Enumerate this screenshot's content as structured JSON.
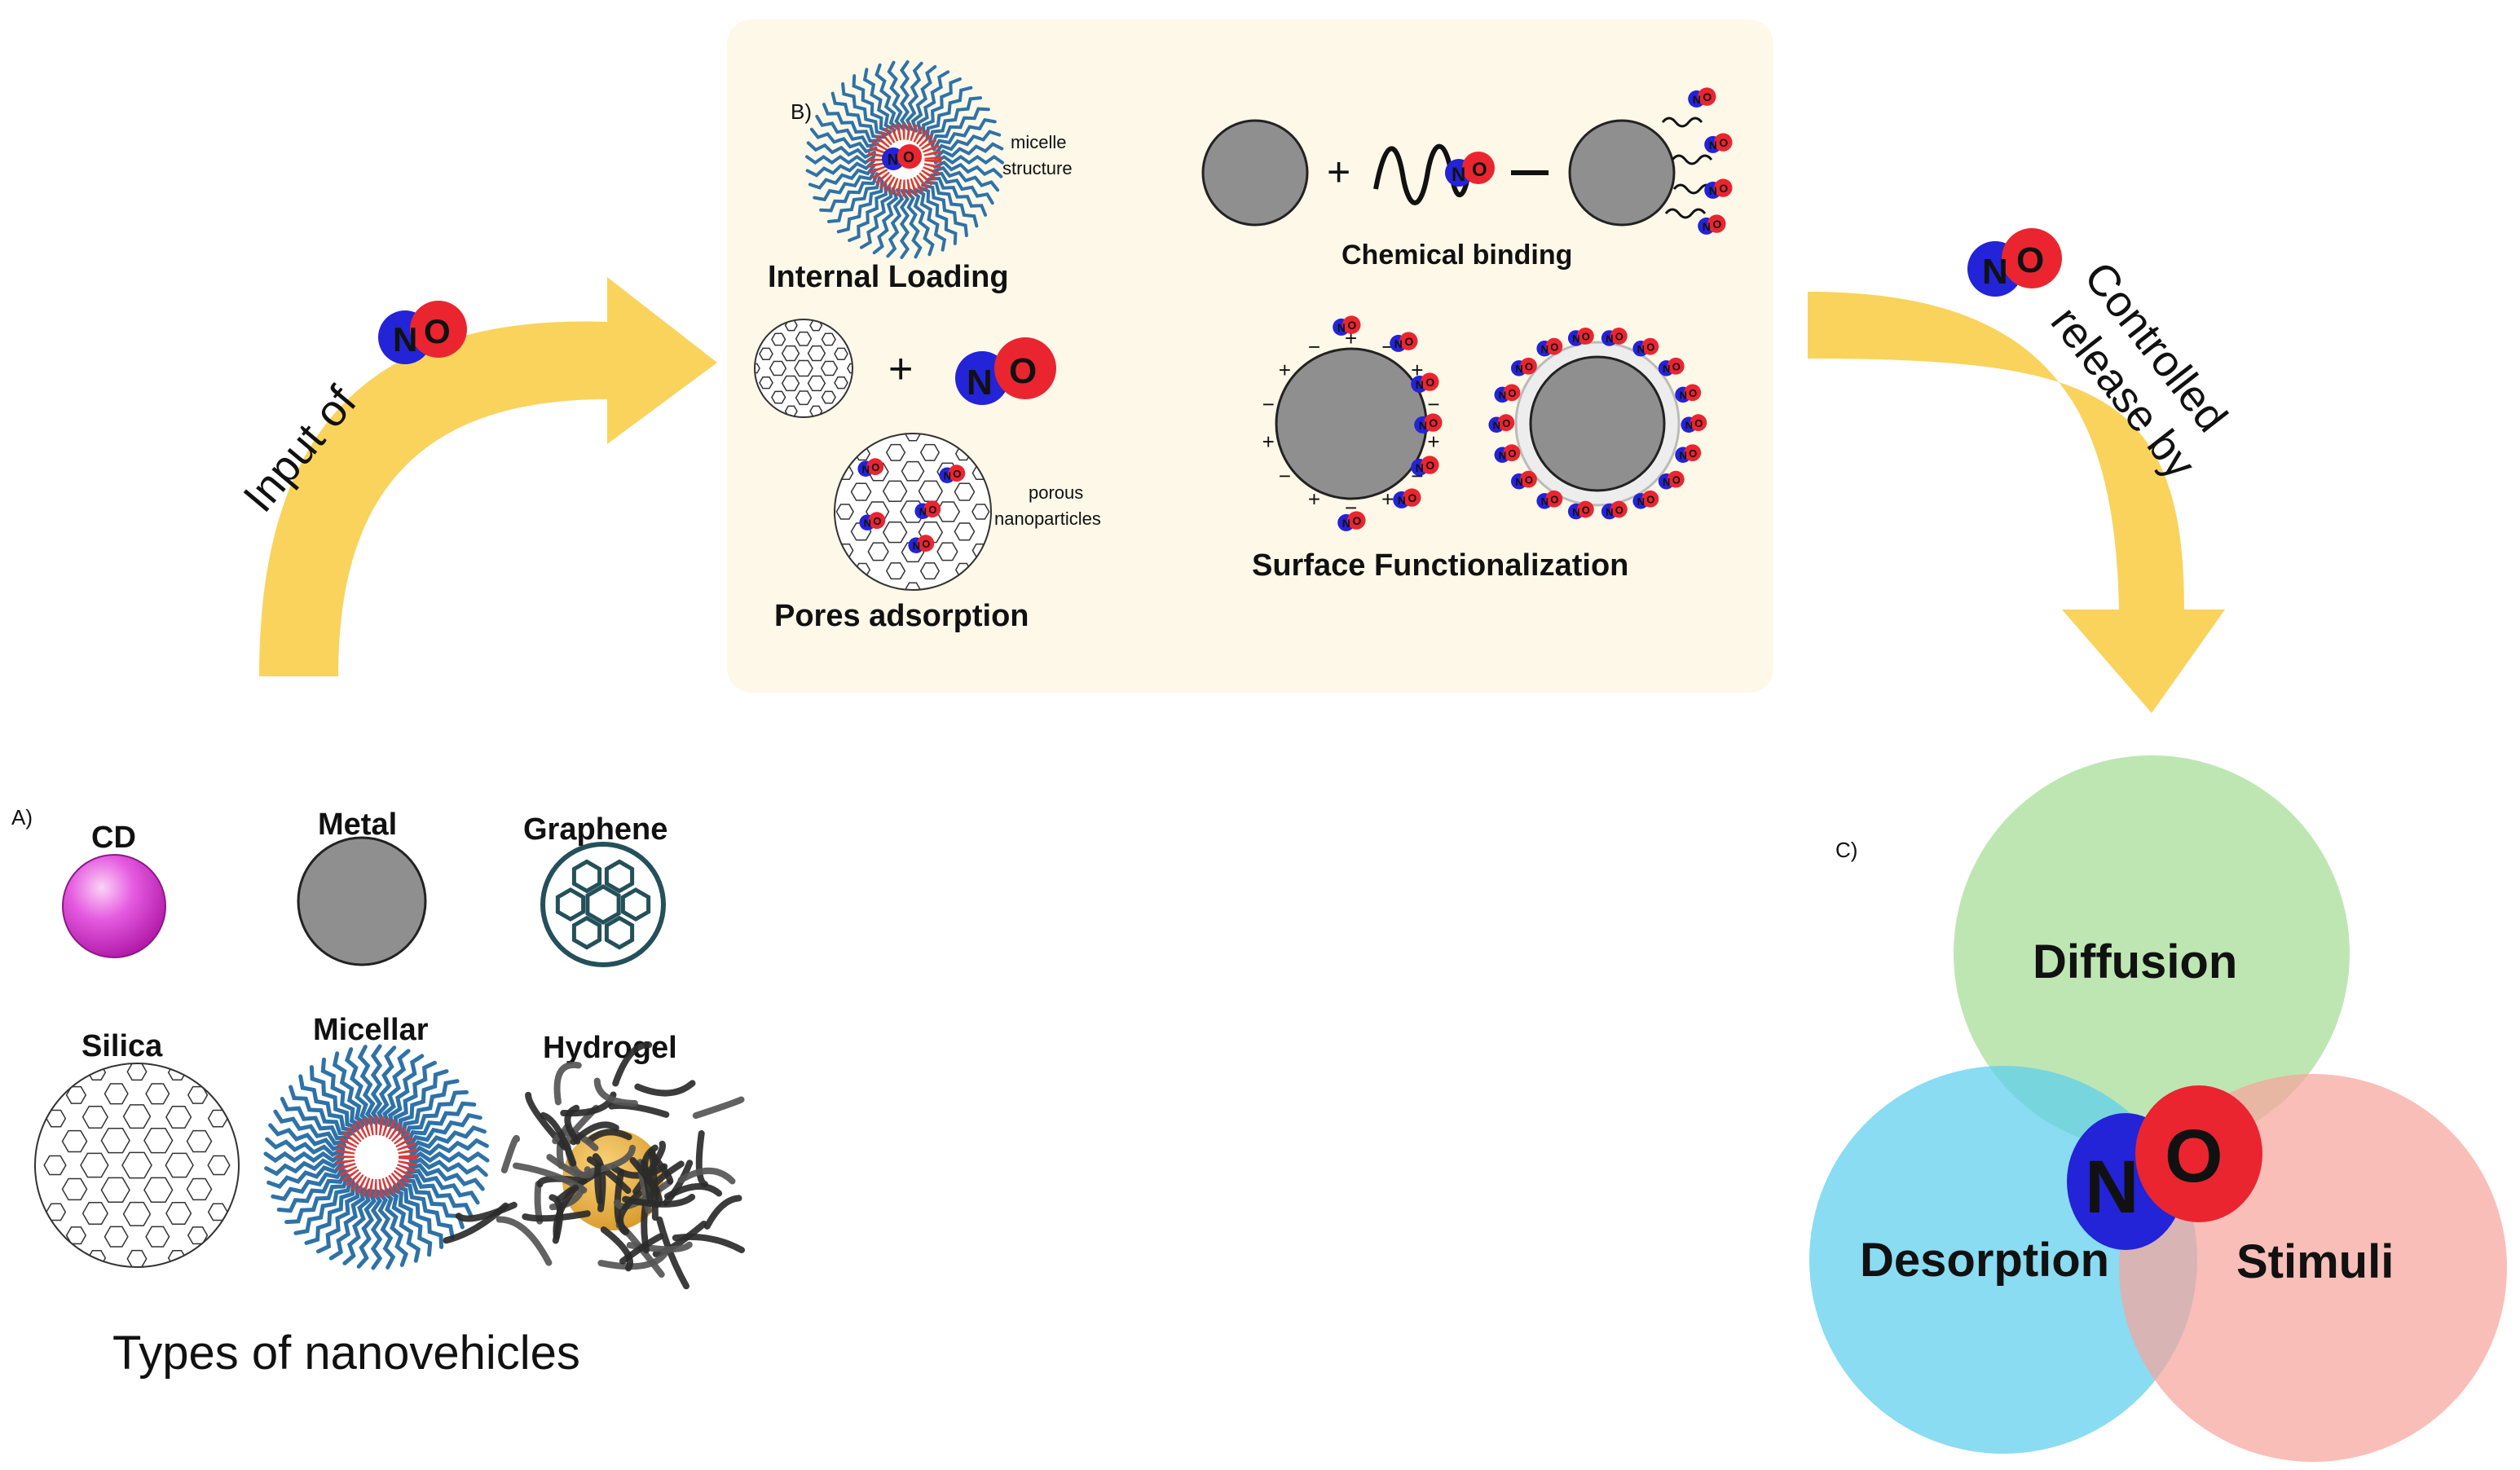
{
  "panel_a": {
    "panel_label": "A)",
    "caption": "Types of nanovehicles",
    "vehicles": [
      "CD",
      "Metal",
      "Graphene",
      "Silica",
      "Micellar",
      "Hydrogel"
    ]
  },
  "panel_b": {
    "panel_label": "B)",
    "internal_loading": "Internal Loading",
    "micelle_note_1": "micelle",
    "micelle_note_2": "structure",
    "pores_adsorption": "Pores adsorption",
    "porous_note_1": "porous",
    "porous_note_2": "nanoparticles",
    "chemical_binding": "Chemical binding",
    "surface_functionalization": "Surface Functionalization"
  },
  "panel_c": {
    "panel_label": "C)",
    "circles": [
      "Diffusion",
      "Desorption",
      "Stimuli"
    ]
  },
  "arrows": {
    "input_label": "Input of",
    "release_line_1": "Controlled",
    "release_line_2": "release by"
  },
  "molecule": {
    "n": "N",
    "o": "O"
  },
  "symbols": {
    "plus": "+",
    "minus": "−"
  },
  "colors": {
    "arrow_yellow": "#f9d35c",
    "panel_bg": "#fdf8e8",
    "nitrogen_blue": "#2323d8",
    "oxygen_red": "#ea2530",
    "metal_gray": "#8f8f8f",
    "diffusion_green": "#a8dd9a",
    "desorption_blue": "#5ccfed",
    "stimuli_pink": "#f6a59c",
    "cd_magenta": "#e040d8",
    "micelle_blue": "#2e72a8",
    "micelle_red": "#d83a3a"
  }
}
